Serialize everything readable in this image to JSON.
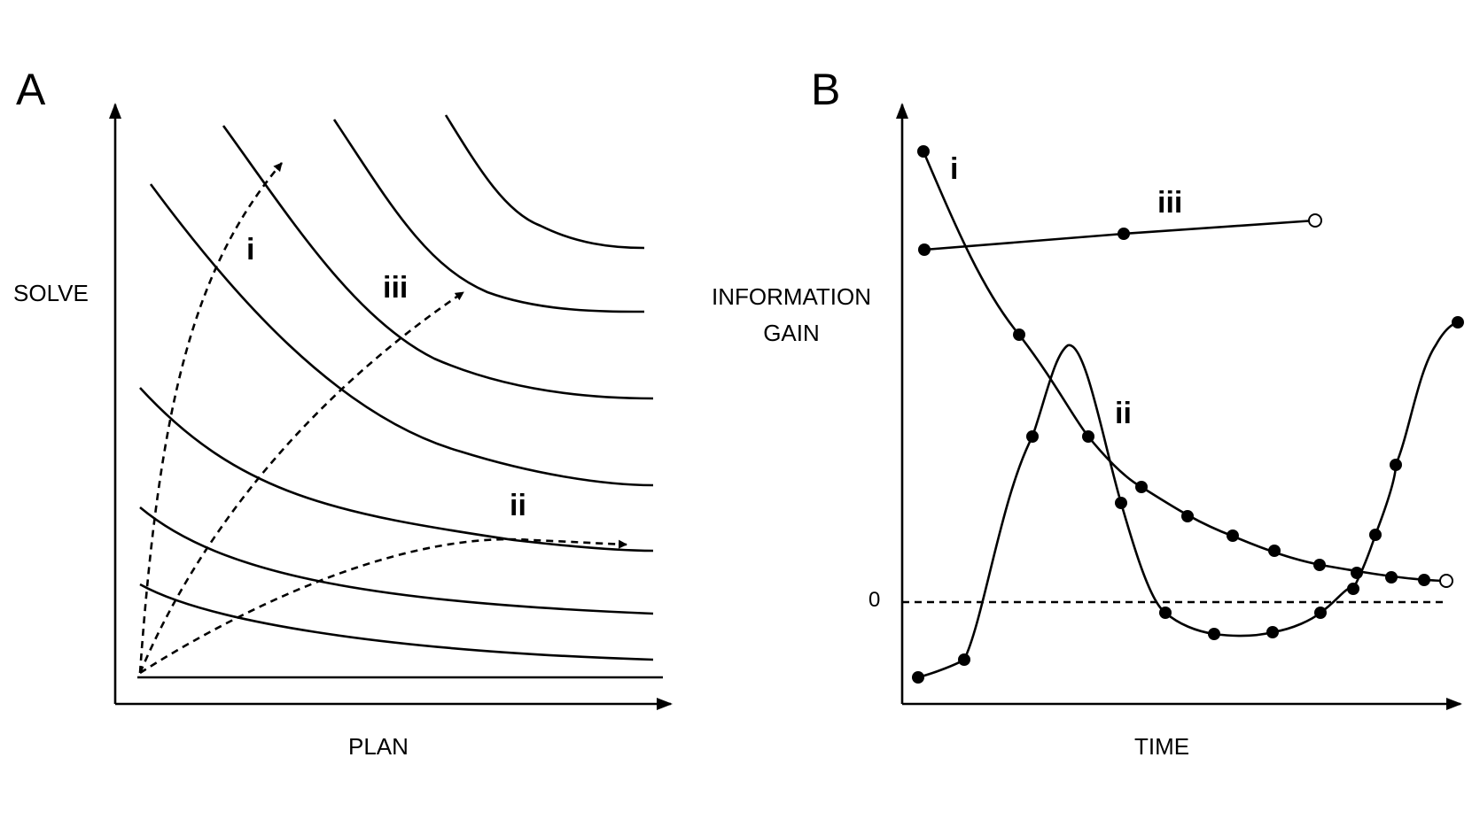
{
  "panel_a": {
    "label": "A",
    "y_axis_label": "SOLVE",
    "x_axis_label": "PLAN",
    "path_labels": {
      "i": "i",
      "ii": "ii",
      "iii": "iii"
    }
  },
  "panel_b": {
    "label": "B",
    "y_axis_label_line1": "INFORMATION",
    "y_axis_label_line2": "GAIN",
    "x_axis_label": "TIME",
    "zero_label": "0",
    "series_labels": {
      "i": "i",
      "ii": "ii",
      "iii": "iii"
    }
  }
}
